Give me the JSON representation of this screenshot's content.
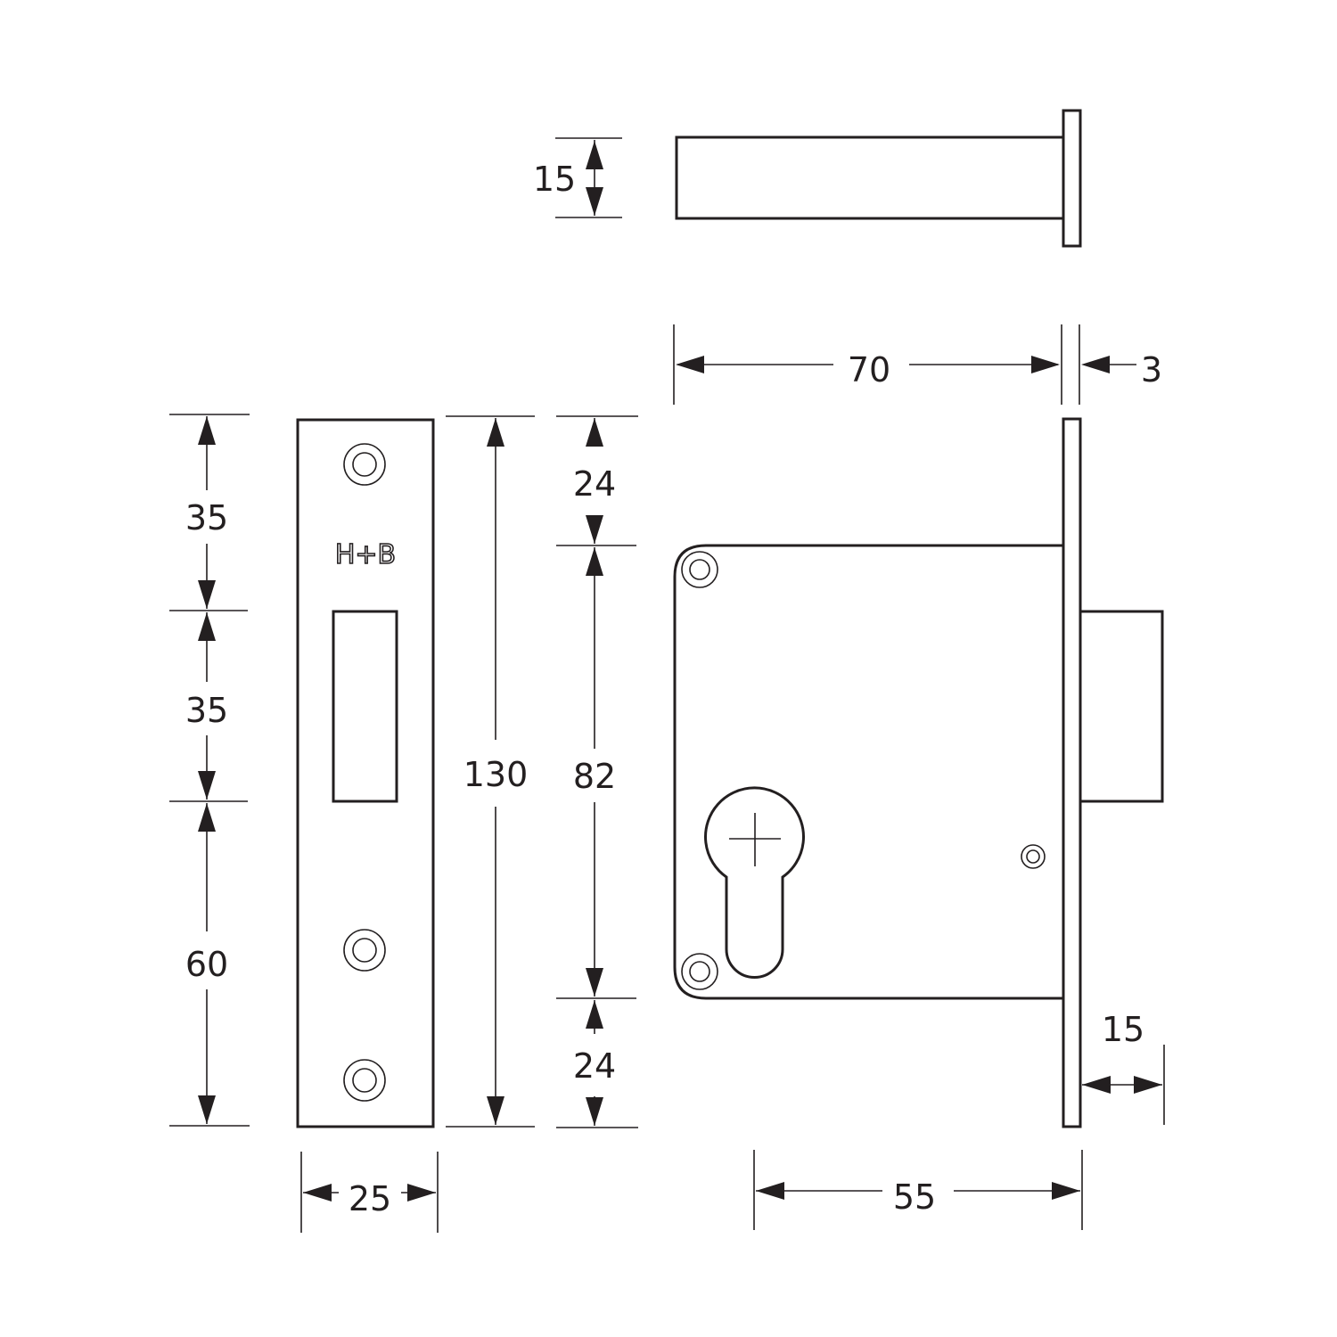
{
  "brand": "H+B",
  "colors": {
    "line": "#231f20",
    "background": "#ffffff"
  },
  "dimensions": {
    "bolt_height": "15",
    "backset_70": "70",
    "faceplate_thickness": "3",
    "forend_top": "24",
    "forend_center": "82",
    "forend_bottom": "24",
    "forend_total": "130",
    "strike_top": "35",
    "strike_mid": "35",
    "strike_bottom": "60",
    "strike_width": "25",
    "case_width": "55",
    "bolt_throw": "15"
  }
}
